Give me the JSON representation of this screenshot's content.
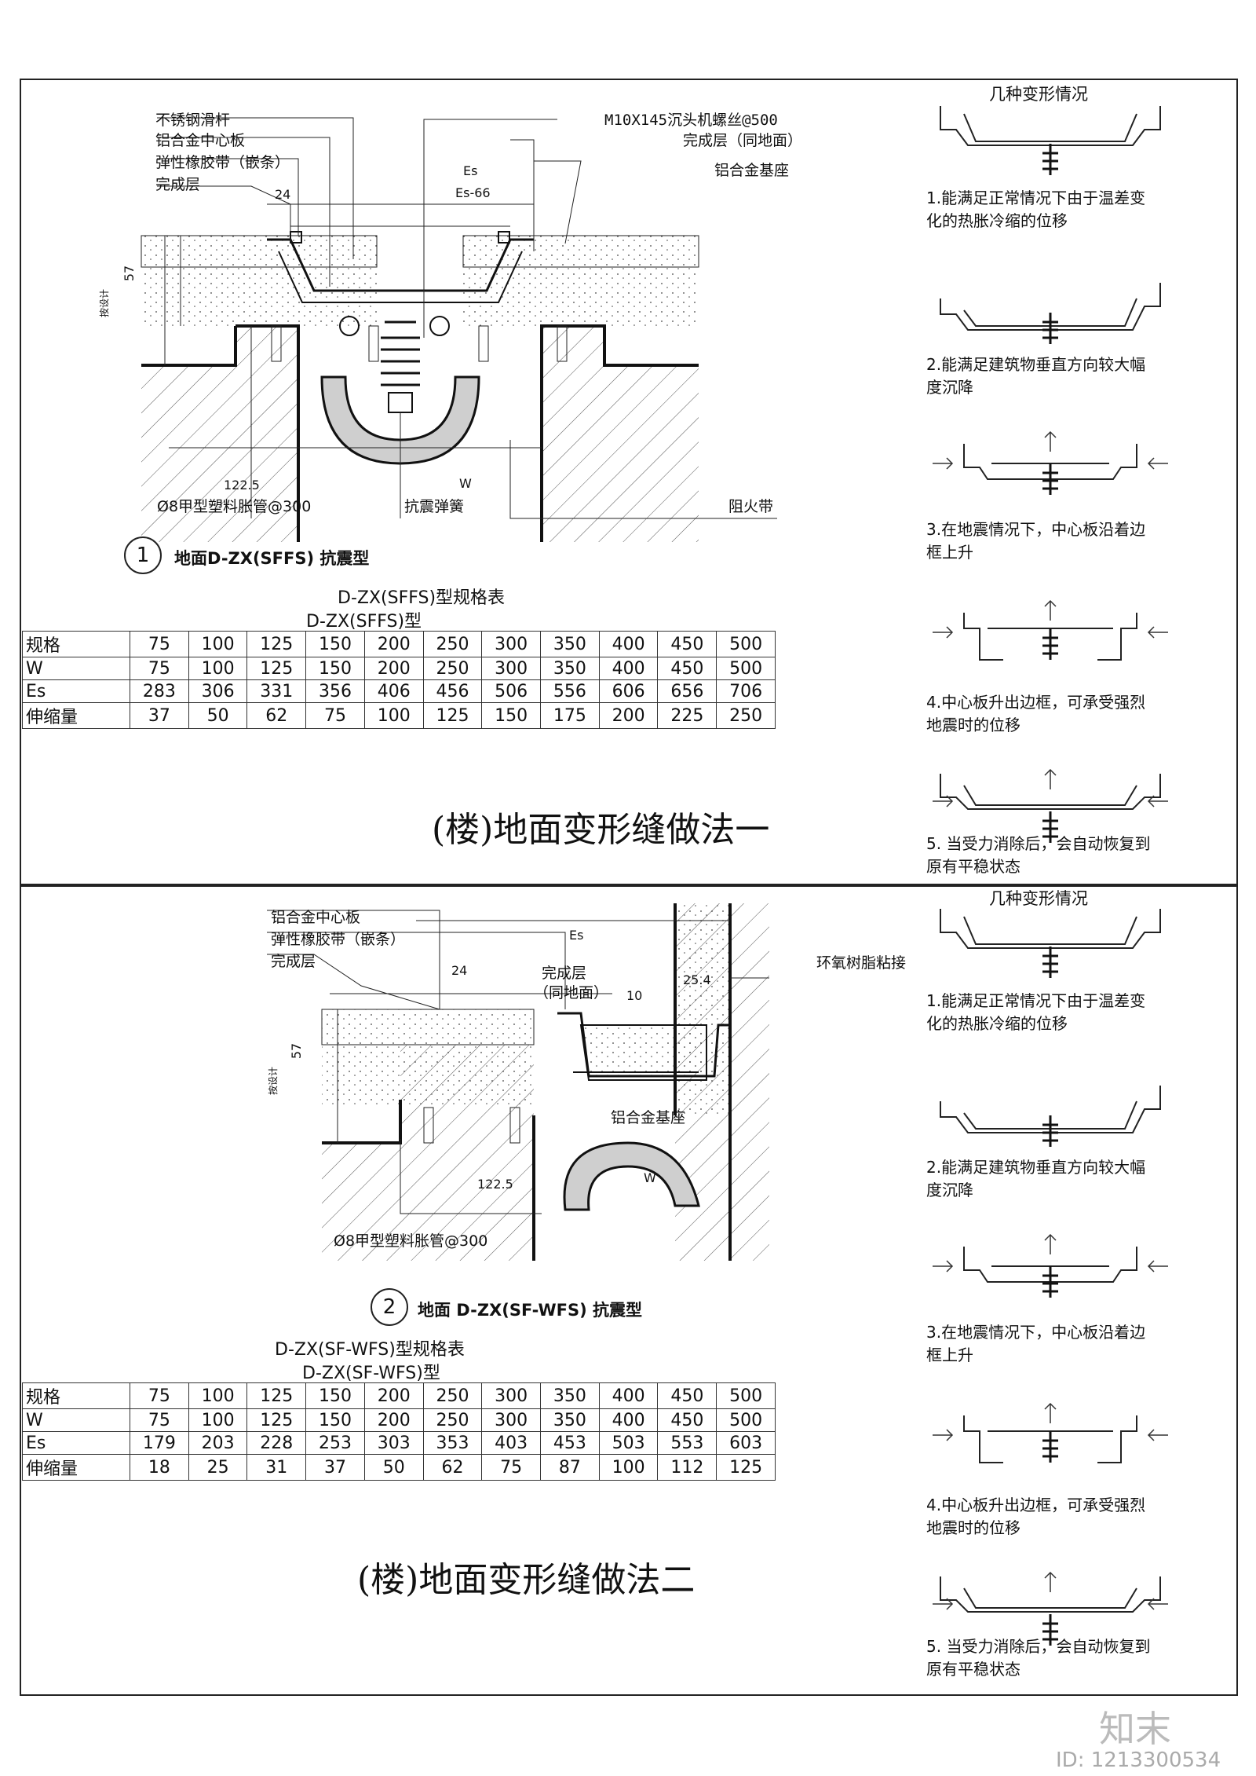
{
  "d1": {
    "labels": {
      "rail": "不锈钢滑杆",
      "center_plate": "铝合金中心板",
      "strip": "弹性橡胶带（嵌条）",
      "finish": "完成层",
      "screw": "M10X145沉头机螺丝@500",
      "finish_same": "完成层（同地面）",
      "base": "铝合金基座",
      "pipe": "Ø8甲型塑料胀管@300",
      "spring": "抗震弹簧",
      "fire": "阻火带"
    },
    "dims": {
      "es": "Es",
      "es66": "Es-66",
      "d24": "24",
      "d57": "57",
      "design": "按设计",
      "d1225": "122.5",
      "w": "W"
    },
    "caption_num": "1",
    "caption": "地面D-ZX(SFFS) 抗震型",
    "table_title": "D-ZX(SFFS)型规格表",
    "table_sub": "D-ZX(SFFS)型",
    "table": {
      "rows": [
        {
          "h": "规格",
          "v": [
            "75",
            "100",
            "125",
            "150",
            "200",
            "250",
            "300",
            "350",
            "400",
            "450",
            "500"
          ]
        },
        {
          "h": "W",
          "v": [
            "75",
            "100",
            "125",
            "150",
            "200",
            "250",
            "300",
            "350",
            "400",
            "450",
            "500"
          ]
        },
        {
          "h": "Es",
          "v": [
            "283",
            "306",
            "331",
            "356",
            "406",
            "456",
            "506",
            "556",
            "606",
            "656",
            "706"
          ]
        },
        {
          "h": "伸缩量",
          "v": [
            "37",
            "50",
            "62",
            "75",
            "100",
            "125",
            "150",
            "175",
            "200",
            "225",
            "250"
          ]
        }
      ]
    },
    "big_title": "(楼)地面变形缝做法一",
    "side_head": "几种变形情况",
    "cases": [
      "1.能满足正常情况下由于温差变化的热胀冷缩的位移",
      "2.能满足建筑物垂直方向较大幅度沉降",
      "3.在地震情况下，中心板沿着边框上升",
      "4.中心板升出边框，可承受强烈地震时的位移",
      "5. 当受力消除后，会自动恢复到原有平稳状态"
    ]
  },
  "d2": {
    "labels": {
      "center_plate": "铝合金中心板",
      "strip": "弹性橡胶带（嵌条）",
      "finish": "完成层",
      "finish_same": "完成层",
      "finish_same2": "（同地面）",
      "epoxy": "环氧树脂粘接",
      "base": "铝合金基座",
      "pipe": "Ø8甲型塑料胀管@300"
    },
    "dims": {
      "es": "Es",
      "d24": "24",
      "d57": "57",
      "design": "按设计",
      "d1225": "122.5",
      "w": "W",
      "d10": "10",
      "d254": "25.4"
    },
    "caption_num": "2",
    "caption": "地面 D-ZX(SF-WFS) 抗震型",
    "table_title": "D-ZX(SF-WFS)型规格表",
    "table_sub": "D-ZX(SF-WFS)型",
    "table": {
      "rows": [
        {
          "h": "规格",
          "v": [
            "75",
            "100",
            "125",
            "150",
            "200",
            "250",
            "300",
            "350",
            "400",
            "450",
            "500"
          ]
        },
        {
          "h": "W",
          "v": [
            "75",
            "100",
            "125",
            "150",
            "200",
            "250",
            "300",
            "350",
            "400",
            "450",
            "500"
          ]
        },
        {
          "h": "Es",
          "v": [
            "179",
            "203",
            "228",
            "253",
            "303",
            "353",
            "403",
            "453",
            "503",
            "553",
            "603"
          ]
        },
        {
          "h": "伸缩量",
          "v": [
            "18",
            "25",
            "31",
            "37",
            "50",
            "62",
            "75",
            "87",
            "100",
            "112",
            "125"
          ]
        }
      ]
    },
    "big_title": "(楼)地面变形缝做法二",
    "side_head": "几种变形情况",
    "cases": [
      "1.能满足正常情况下由于温差变化的热胀冷缩的位移",
      "2.能满足建筑物垂直方向较大幅度沉降",
      "3.在地震情况下，中心板沿着边框上升",
      "4.中心板升出边框，可承受强烈地震时的位移",
      "5. 当受力消除后，会自动恢复到原有平稳状态"
    ]
  },
  "watermark": {
    "logo": "知末",
    "id": "ID: 1213300534"
  }
}
